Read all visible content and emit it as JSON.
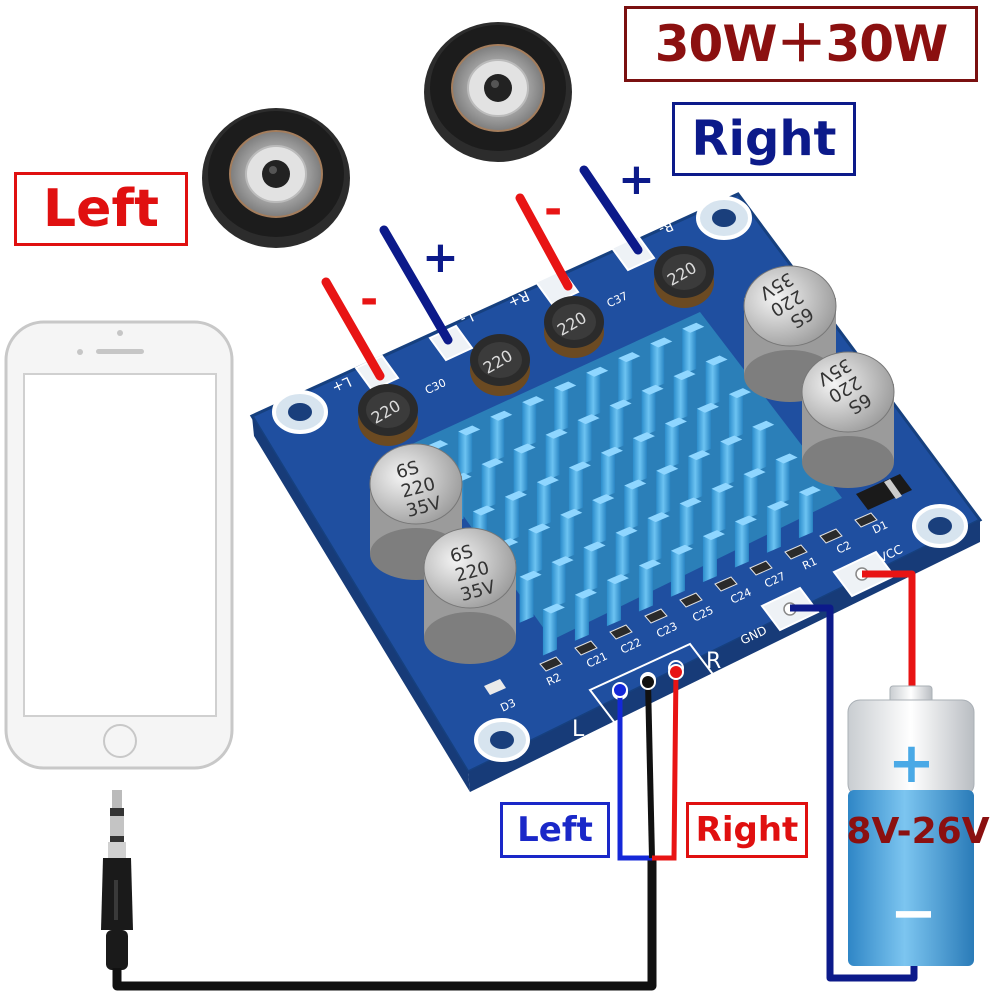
{
  "title": "30W＋30W",
  "speakers": {
    "left": {
      "label": "Left",
      "minus": "-",
      "plus": "+"
    },
    "right": {
      "label": "Right",
      "minus": "-",
      "plus": "+"
    }
  },
  "inputs": {
    "left_label": "Left",
    "right_label": "Right"
  },
  "power": {
    "voltage_label": "8V-26V",
    "plus": "+",
    "minus": "−"
  },
  "board": {
    "inductor_marking": "220",
    "capacitor_marking": [
      "6S",
      "220",
      "35V"
    ],
    "silkscreen": {
      "l_plus": "L+",
      "l_minus": "L-",
      "r_plus": "R+",
      "r_minus": "R-",
      "gnd": "GND",
      "vcc": "VCC",
      "in_l": "L",
      "in_r": "R",
      "c30": "C30",
      "c37": "C37",
      "d1": "D1",
      "d3": "D3",
      "r1": "R1",
      "r2": "R2",
      "c2": "C2",
      "c21": "C21",
      "c22": "C22",
      "c23": "C23",
      "c24": "C24",
      "c25": "C25",
      "c27": "C27"
    }
  },
  "colors": {
    "title_border": "#7a1010",
    "title_text": "#8b1010",
    "right_speaker_text": "#0c1a8a",
    "left_speaker_text": "#e01010",
    "wire_red": "#e81414",
    "wire_blue": "#0c1a8a",
    "wire_black": "#111111",
    "input_left_text": "#1a28c8",
    "board_blue": "#1f4fa0",
    "heatsink": "#3ba3dd",
    "battery_blue": "#4aa9e6"
  },
  "icons": [
    "speaker-icon",
    "smartphone-icon",
    "audio-jack-icon",
    "battery-icon",
    "heatsink-icon"
  ]
}
